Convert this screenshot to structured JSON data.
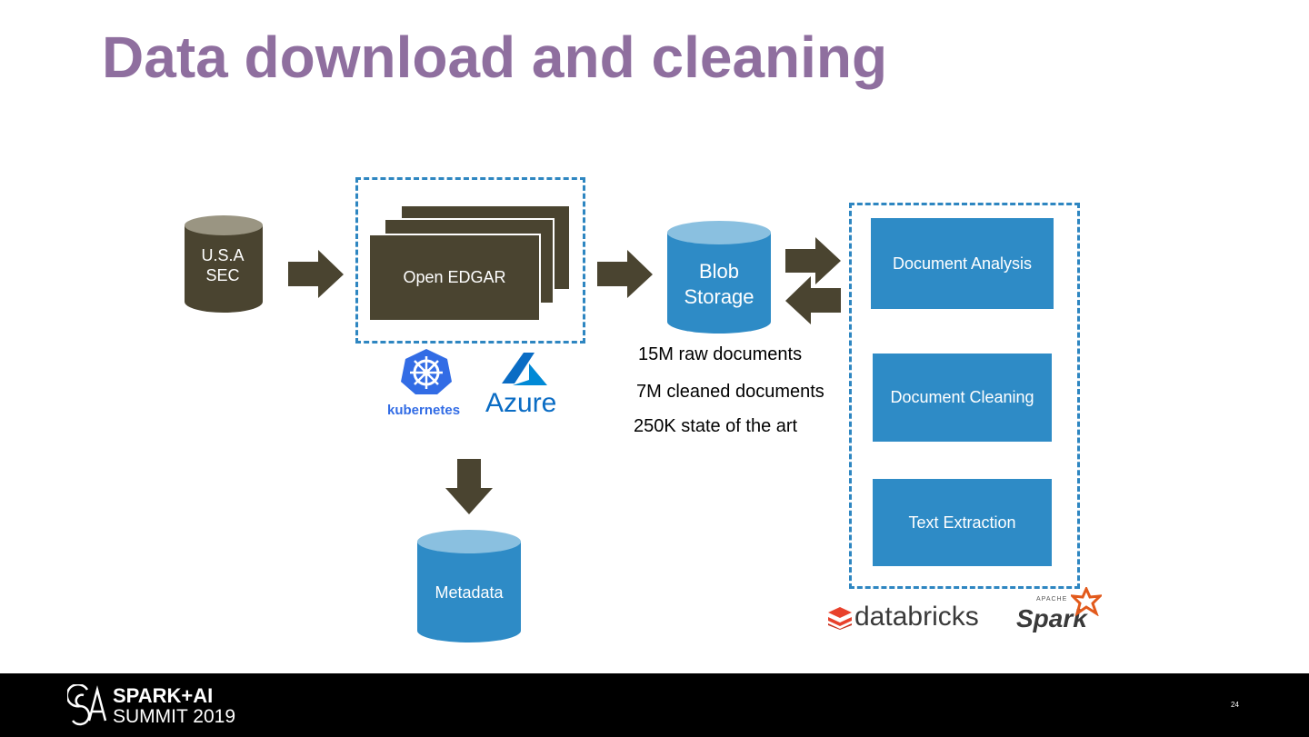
{
  "title": "Data download and cleaning",
  "source": {
    "label": "U.S.A\nSEC",
    "line1": "U.S.A",
    "line2": "SEC"
  },
  "edgar": {
    "label": "Open EDGAR"
  },
  "blob": {
    "line1": "Blob",
    "line2": "Storage"
  },
  "metadata": {
    "label": "Metadata"
  },
  "stats": [
    "15M raw documents",
    "7M cleaned documents",
    "250K state of the art"
  ],
  "processing": [
    "Document Analysis",
    "Document Cleaning",
    "Text Extraction"
  ],
  "logos": {
    "kubernetes": "kubernetes",
    "azure": "Azure",
    "databricks": "databricks",
    "spark": "Spark",
    "apache": "APACHE"
  },
  "footer": {
    "brand_line1": "SPARK+AI",
    "brand_line2": "SUMMIT 2019",
    "page": "24"
  },
  "colors": {
    "title": "#8f6f9f",
    "dark": "#4a4430",
    "blue": "#2e8bc6",
    "dash": "#2e86c1"
  }
}
